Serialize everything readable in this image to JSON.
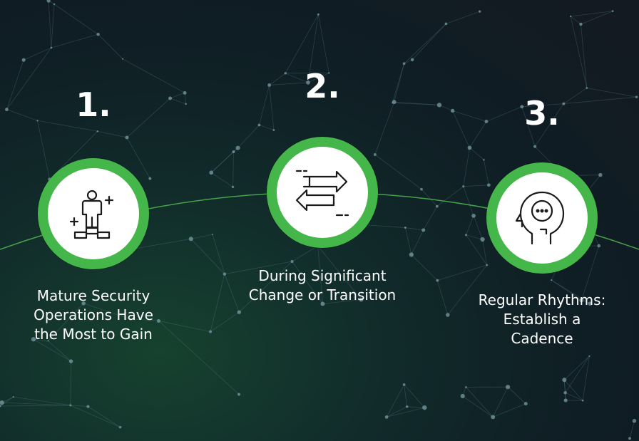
{
  "colors": {
    "accent_green": "#45b649",
    "arc_green": "#4caf50",
    "text": "#ffffff",
    "background_dark": "#141a21"
  },
  "steps": [
    {
      "number": "1.",
      "icon": "person-on-podium-icon",
      "text_lines": [
        "Mature Security",
        "Operations Have",
        "the Most to Gain"
      ]
    },
    {
      "number": "2.",
      "icon": "transition-arrows-icon",
      "text_lines": [
        "During Significant",
        "Change or Transition"
      ]
    },
    {
      "number": "3.",
      "icon": "thinking-head-icon",
      "text_lines": [
        "Regular Rhythms:",
        "Establish a",
        "Cadence"
      ]
    }
  ]
}
